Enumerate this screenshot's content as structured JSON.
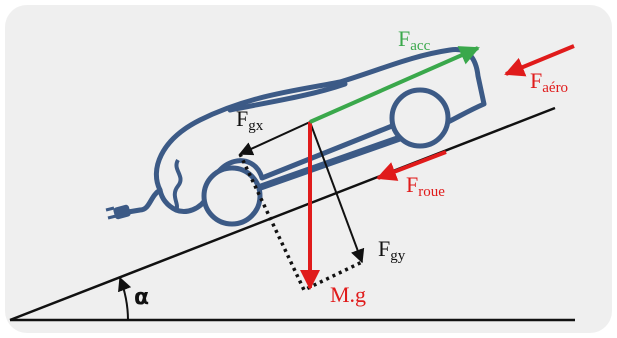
{
  "labels": {
    "f_acc": {
      "base": "F",
      "sub": "acc"
    },
    "f_aero": {
      "base": "F",
      "sub": "aéro"
    },
    "f_gx": {
      "base": "F",
      "sub": "gx"
    },
    "f_gy": {
      "base": "F",
      "sub": "gy"
    },
    "f_roue": {
      "base": "F",
      "sub": "roue"
    },
    "weight": "M.g",
    "angle": "α"
  },
  "colors": {
    "background_panel": "#efefef",
    "car_outline": "#3c5a86",
    "force_red": "#e01b1b",
    "force_green": "#3aa84b",
    "ink": "#111111"
  },
  "icons": [
    "plug-icon",
    "car-outline",
    "wheel"
  ]
}
